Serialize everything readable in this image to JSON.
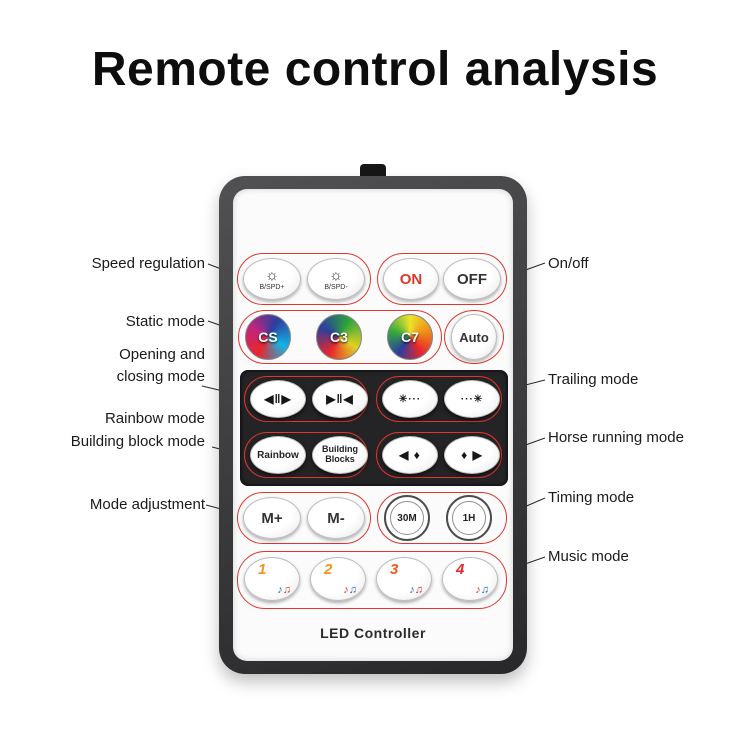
{
  "title": "Remote control analysis",
  "colors": {
    "accent_red": "#e0362c",
    "on_text": "#e0362c",
    "music_note_blue": "#2f6bc4",
    "music_note_red": "#d43a2f",
    "music_numbers": [
      "#f6921e",
      "#f6921e",
      "#ef5a24",
      "#e8262d"
    ]
  },
  "remote": {
    "footer": "LED Controller"
  },
  "buttons": {
    "speed": [
      {
        "icon": "☼",
        "label": "B/SPD+"
      },
      {
        "icon": "☼",
        "label": "B/SPD-"
      }
    ],
    "on": "ON",
    "off": "OFF",
    "color_wheels": [
      {
        "label": "CS"
      },
      {
        "label": "C3"
      },
      {
        "label": "C7"
      }
    ],
    "auto": "Auto",
    "open_icon": "◀‖▶",
    "close_icon": "▶‖◀",
    "trail_left_icon": "✳···",
    "trail_right_icon": "···✳",
    "rainbow": "Rainbow",
    "building_blocks": [
      "Building",
      "Blocks"
    ],
    "horse_left_icon": "◀ ♦",
    "horse_right_icon": "♦ ▶",
    "mode_plus": "M+",
    "mode_minus": "M-",
    "timer_30m": "30M",
    "timer_1h": "1H",
    "music_note_a": "♪",
    "music_note_b": "♫",
    "music": [
      {
        "number": "1"
      },
      {
        "number": "2"
      },
      {
        "number": "3"
      },
      {
        "number": "4"
      }
    ]
  },
  "callouts": {
    "left": [
      "Speed regulation",
      "Static mode",
      "Opening and",
      "closing mode",
      "Rainbow mode",
      "Building block mode",
      "Mode adjustment"
    ],
    "right": [
      "On/off",
      "Trailing mode",
      "Horse running mode",
      "Timing mode",
      "Music mode"
    ]
  }
}
